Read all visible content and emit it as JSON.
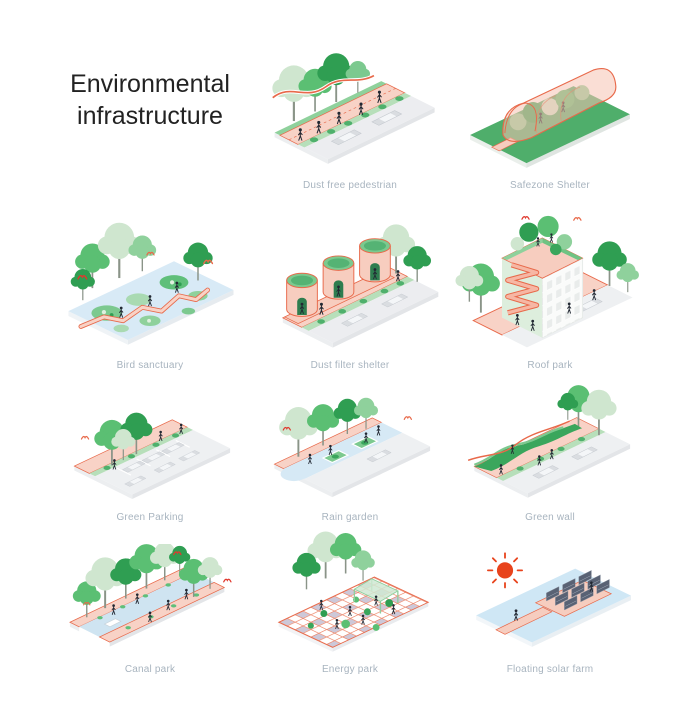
{
  "page": {
    "background": "#ffffff",
    "title": "Environmental infrastructure"
  },
  "tiles": [
    {
      "id": "dust-free-pedestrian",
      "label": "Dust free pedestrian"
    },
    {
      "id": "safezone-shelter",
      "label": "Safezone Shelter"
    },
    {
      "id": "bird-sanctuary",
      "label": "Bird sanctuary"
    },
    {
      "id": "dust-filter-shelter",
      "label": "Dust filter shelter"
    },
    {
      "id": "roof-park",
      "label": "Roof park"
    },
    {
      "id": "green-parking",
      "label": "Green Parking"
    },
    {
      "id": "rain-garden",
      "label": "Rain garden"
    },
    {
      "id": "green-wall",
      "label": "Green wall"
    },
    {
      "id": "canal-park",
      "label": "Canal park"
    },
    {
      "id": "energy-park",
      "label": "Energy park"
    },
    {
      "id": "floating-solar-farm",
      "label": "Floating solar farm"
    }
  ],
  "palette": {
    "accent_red": "#e8694a",
    "pink_surface": "#f8d2c6",
    "green_dark": "#2f9e52",
    "green_mid": "#5bbf73",
    "green_pale": "#cfe6cf",
    "green_base": "#4fae6b",
    "water_blue": "#d6e9f5",
    "road_gray": "#eef0f2",
    "lavender_tile": "#cdc8d8",
    "figure_dark": "#222833",
    "car_gray": "#dadde1",
    "sun_orange": "#e8431c",
    "bird_red": "#e0392e",
    "label_gray": "#a8b4bf",
    "title_color": "#222222"
  },
  "icons": {
    "sun": "sun-icon",
    "bird": "bird-icon",
    "tree": "tree-icon",
    "person": "person-icon",
    "car": "car-icon"
  }
}
